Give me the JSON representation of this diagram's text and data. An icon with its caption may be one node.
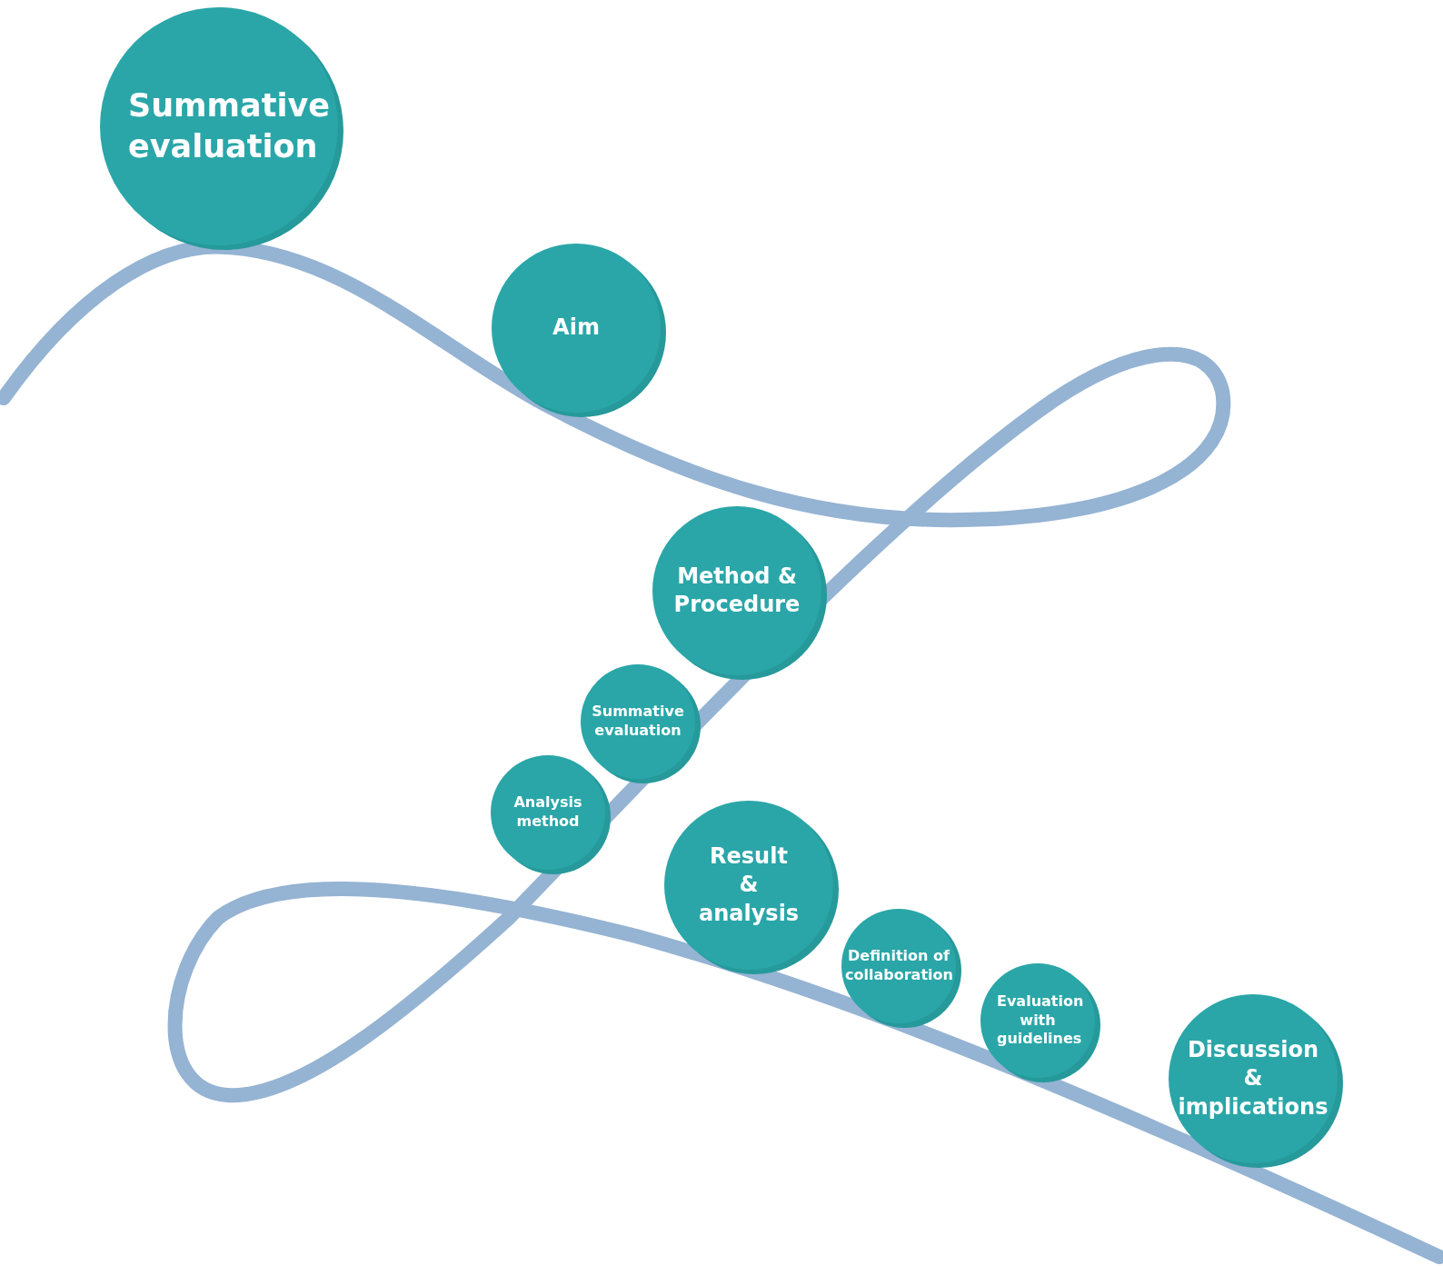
{
  "diagram": {
    "nodes": [
      {
        "text": [
          "Summative evaluation"
        ]
      },
      {
        "text": [
          "Aim"
        ]
      },
      {
        "text": [
          "Method & Procedure"
        ]
      },
      {
        "text": [
          "Summative evaluation"
        ]
      },
      {
        "text": [
          "Analysis method"
        ]
      },
      {
        "text": [
          "Result & analysis"
        ]
      },
      {
        "text": [
          "Definition of collaboration"
        ]
      },
      {
        "text": [
          "Evaluation with guidelines"
        ]
      },
      {
        "text": [
          "Discussion & implications"
        ]
      }
    ]
  }
}
